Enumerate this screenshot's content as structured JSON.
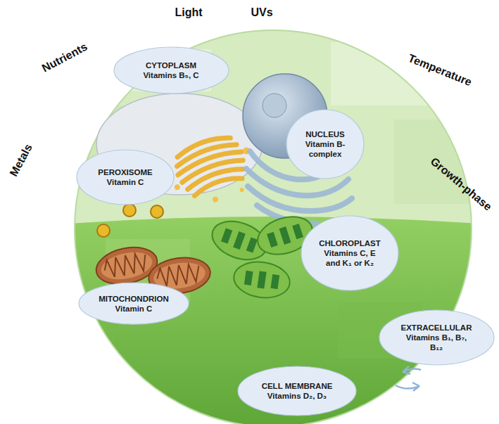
{
  "diagram": {
    "nodes": [
      {
        "text": [
          "CYTOPLASM",
          "Vitamins B₅, C"
        ]
      },
      {
        "text": [
          "NUCLEUS",
          "Vitamin B-complex"
        ]
      },
      {
        "text": [
          "PEROXISOME",
          "Vitamin C"
        ]
      },
      {
        "text": [
          "CHLOROPLAST",
          "Vitamins C, E and K₁ or K₂"
        ]
      },
      {
        "text": [
          "MITOCHONDRION",
          "Vitamin C"
        ]
      },
      {
        "text": [
          "EXTRACELLULAR",
          "Vitamins B₁, B₇, B₁₂"
        ]
      },
      {
        "text": [
          "CELL MEMBRANE",
          "Vitamins D₂, D₃"
        ]
      }
    ],
    "labels": [
      "Light",
      "UVs",
      "Nutrients",
      "Temperature",
      "Metals",
      "Growth-phase"
    ]
  }
}
